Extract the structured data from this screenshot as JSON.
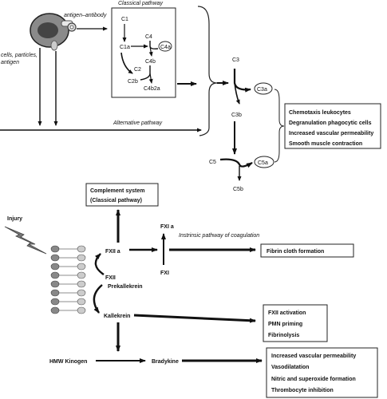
{
  "top": {
    "classical_pathway": "Classical pathway",
    "antigen_antibody": "antigen–antibody",
    "cells_line1": "cells, particles,",
    "cells_line2": "antigen",
    "alternative_pathway": "Alternative pathway",
    "C1": "C1",
    "C1a": "C1a",
    "C4": "C4",
    "C4a": "C4a",
    "C4b": "C4b",
    "C2": "C2",
    "C2b": "C2b",
    "C4b2a": "C4b2a",
    "C3": "C3",
    "C3a": "C3a",
    "C3b": "C3b",
    "C5": "C5",
    "C5a": "C5a",
    "C5b": "C5b",
    "effects": [
      "Chemotaxis leukocytes",
      "Degranulation phagocytic cells",
      "Increased vascular permeability",
      "Smooth muscle contraction"
    ]
  },
  "bottom": {
    "complement_line1": "Complement system",
    "complement_line2": "(Classical pathway)",
    "injury": "Injury",
    "FXIIa": "FXII a",
    "FXII": "FXII",
    "FXIa": "FXI a",
    "FXI": "FXI",
    "intrinsic": "Instrinsic pathway of coagulation",
    "fibrin": "Fibrin cloth formation",
    "prekallekrein": "Prekallekrein",
    "kallekrein": "Kallekrein",
    "kallekrein_effects": [
      "FXII activation",
      "PMN priming",
      "Fibrinolysis"
    ],
    "hmw_kinogen": "HMW Kinogen",
    "bradykine": "Bradykine",
    "bradykine_effects": [
      "Increased vascular permeability",
      "Vasodilatation",
      "Nitric and superoxide formation",
      "Thrombocyte inhibition"
    ]
  }
}
